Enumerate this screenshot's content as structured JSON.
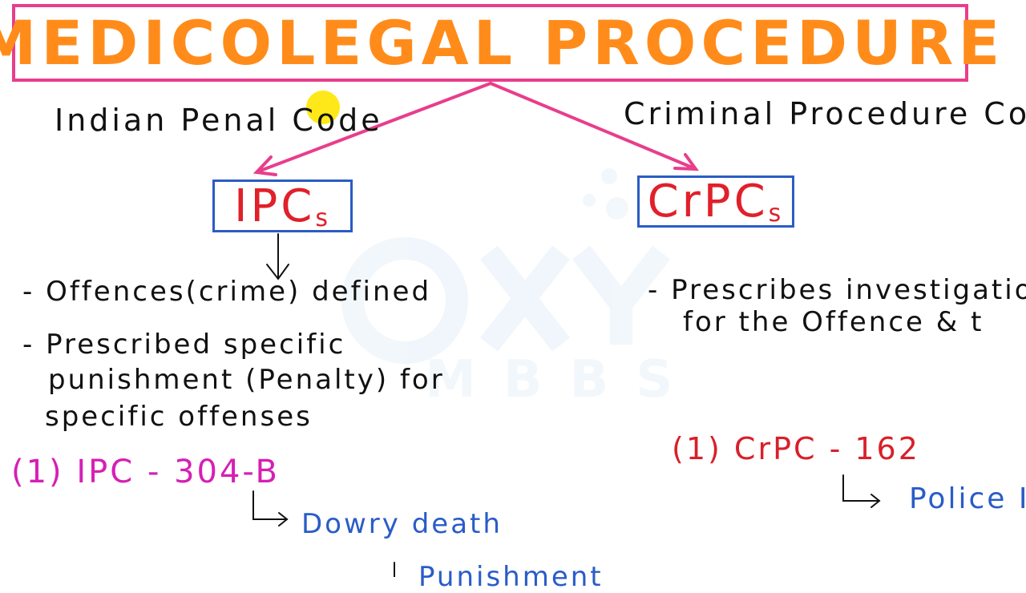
{
  "title": "MEDICOLEGAL PROCEDURE",
  "watermark": {
    "brand_sub": "MBBS"
  },
  "left": {
    "heading": "Indian Penal Code",
    "box_main": "IPC",
    "box_sub": "s",
    "bullets": [
      "- Offences(crime) defined",
      "- Prescribed specific",
      "punishment (Penalty) for",
      "specific offenses"
    ],
    "example_num": "(1) IPC - 304-B",
    "example_desc": "Dowry death",
    "example_next": "Punishment"
  },
  "right": {
    "heading": "Criminal Procedure Code",
    "box_main": "CrPC",
    "box_sub": "s",
    "bullets": [
      "- Prescribes investigatio",
      "for the Offence & t"
    ],
    "example_num": "(1) CrPC - 162",
    "example_desc": "Police I"
  },
  "colors": {
    "title": "#ff8c1a",
    "title_border": "#e83e8c",
    "box_border": "#2b5cc4",
    "box_text": "#e0202a",
    "ipc_example": "#d61fb5",
    "crpc_example": "#d8202a",
    "desc": "#2a5cc8",
    "cursor": "#ffe600"
  }
}
